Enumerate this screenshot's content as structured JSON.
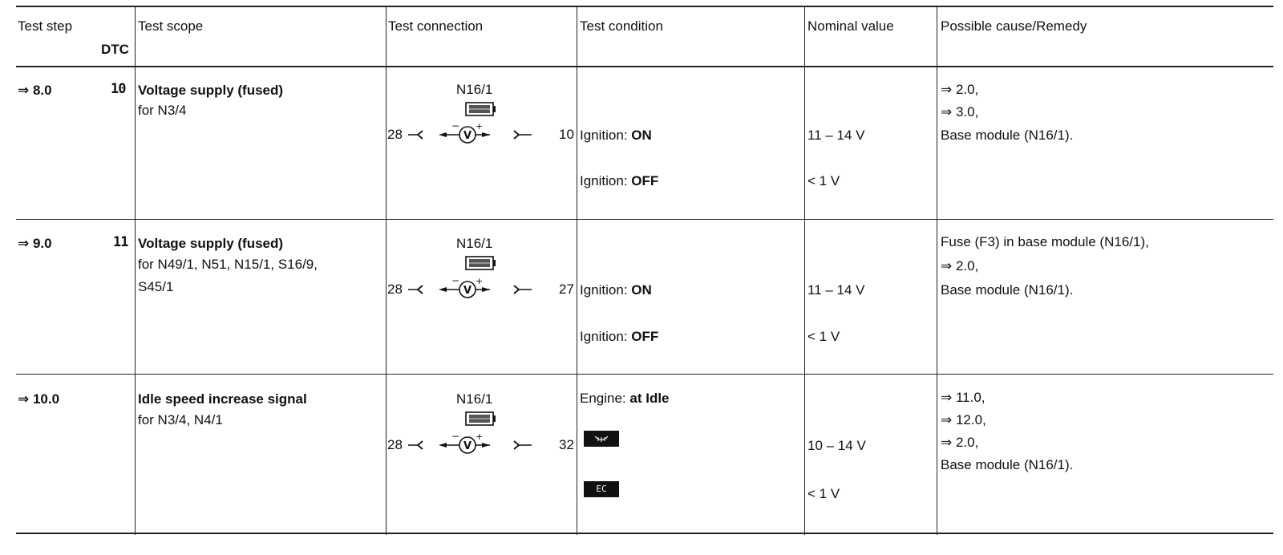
{
  "header": {
    "test_step": "Test step",
    "dtc": "DTC",
    "test_scope": "Test scope",
    "test_connection": "Test connection",
    "test_condition": "Test condition",
    "nominal_value": "Nominal value",
    "cause_remedy": "Possible cause/Remedy"
  },
  "rows": [
    {
      "step": "⇒ 8.0",
      "dtc": "10",
      "scope_title": "Voltage supply (fused)",
      "scope_lines": [
        "for N3/4"
      ],
      "module": "N16/1",
      "pin_left": "28",
      "pin_right": "10",
      "conditions": [
        {
          "label": "Ignition: ",
          "value": "ON",
          "nominal": "11 – 14 V"
        },
        {
          "label": "Ignition: ",
          "value": "OFF",
          "nominal": "< 1 V"
        }
      ],
      "remedy": [
        "⇒ 2.0,",
        "⇒ 3.0,",
        "Base module (N16/1)."
      ]
    },
    {
      "step": "⇒ 9.0",
      "dtc": "11",
      "scope_title": "Voltage supply (fused)",
      "scope_lines": [
        "for N49/1, N51, N15/1, S16/9,",
        "S45/1"
      ],
      "module": "N16/1",
      "pin_left": "28",
      "pin_right": "27",
      "conditions": [
        {
          "label": "Ignition: ",
          "value": "ON",
          "nominal": "11 – 14 V"
        },
        {
          "label": "Ignition: ",
          "value": "OFF",
          "nominal": "< 1 V"
        }
      ],
      "remedy": [
        "Fuse (F3) in base module (N16/1),",
        "⇒ 2.0,",
        "Base module (N16/1)."
      ]
    },
    {
      "step": "⇒ 10.0",
      "scope_title": "Idle speed increase signal",
      "scope_lines": [
        "for N3/4, N4/1"
      ],
      "module": "N16/1",
      "pin_left": "28",
      "pin_right": "32",
      "condition_header": {
        "label": "Engine: ",
        "value": "at Idle"
      },
      "key_conditions": [
        {
          "key": "defrost-key",
          "nominal": "10 – 14 V"
        },
        {
          "key": "EC",
          "nominal": "< 1 V"
        }
      ],
      "remedy": [
        "⇒ 11.0,",
        "⇒ 12.0,",
        "⇒ 2.0,",
        "Base module (N16/1)."
      ]
    }
  ]
}
